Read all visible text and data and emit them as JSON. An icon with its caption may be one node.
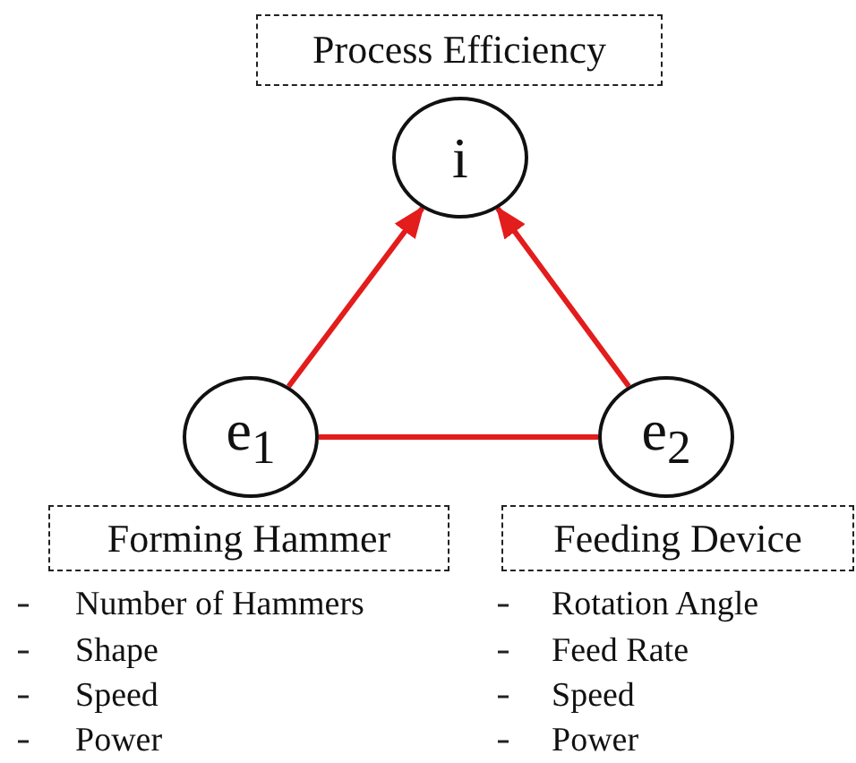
{
  "diagram": {
    "nodes": [
      {
        "text": [
          "Process Efficiency"
        ]
      },
      {
        "text": [
          "i"
        ]
      },
      {
        "text": [
          "e$_{1}$"
        ]
      },
      {
        "text": [
          "e$_{2}$"
        ]
      },
      {
        "text": [
          "Forming Hammer"
        ]
      },
      {
        "text": [
          "Feeding Device"
        ]
      }
    ],
    "edges": [
      {
        "from": 2,
        "to": 1,
        "arrow": "to"
      },
      {
        "from": 3,
        "to": 1,
        "arrow": "to"
      },
      {
        "from": 2,
        "to": 3,
        "arrow": "none"
      }
    ],
    "labels": [
      "Number of Hammers",
      "Rotation Angle",
      "Shape",
      "Feed Rate",
      "Speed",
      "Speed",
      "Power",
      "Power"
    ]
  }
}
